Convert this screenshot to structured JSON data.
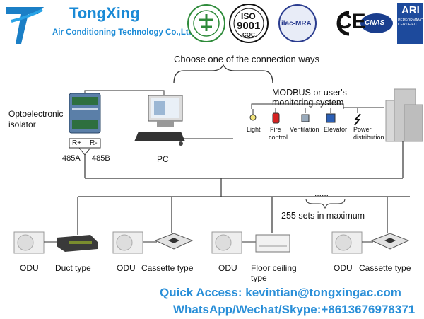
{
  "header": {
    "brand_name": "TongXing",
    "brand_sub": "Air Conditioning Technology Co.,Ltd",
    "cert_badges": [
      "China Energy Conservation",
      "ISO 9001 CQC",
      "ilac-MRA",
      "CE",
      "CNAS",
      "ARI Performance Certified"
    ],
    "badge_text": {
      "iso": "ISO",
      "iso_num": "9001",
      "cqc": "CQC",
      "ilac": "ilac-MRA",
      "ce": "CE",
      "cnas": "CNAS",
      "ari": "ARI",
      "ari_sub": "PERFORMANCE CERTIFIED"
    }
  },
  "diagram": {
    "choose_label": "Choose one of the connection ways",
    "isolator_label": "Optoelectronic isolator",
    "terminal_r_plus": "R+",
    "terminal_r_minus": "R-",
    "label_485a": "485A",
    "label_485b": "485B",
    "pc_label": "PC",
    "modbus_label_1": "MODBUS or user's",
    "modbus_label_2": "monitoring system",
    "systems": {
      "light": "Light",
      "fire_1": "Fire",
      "fire_2": "control",
      "ventilation": "Ventilation",
      "elevator": "Elevator",
      "power_1": "Power",
      "power_2": "distribution"
    },
    "ellipsis": "......",
    "max_sets": "255 sets in maximum",
    "units": [
      {
        "odu": "ODU",
        "type": "Duct type"
      },
      {
        "odu": "ODU",
        "type": "Cassette type"
      },
      {
        "odu": "ODU",
        "type": "Floor ceiling type"
      },
      {
        "odu": "ODU",
        "type": "Cassette type"
      }
    ]
  },
  "contact": {
    "quick_access": "Quick Access: kevintian@tongxingac.com",
    "whatsapp": "WhatsApp/Wechat/Skype:+8613676978371"
  }
}
